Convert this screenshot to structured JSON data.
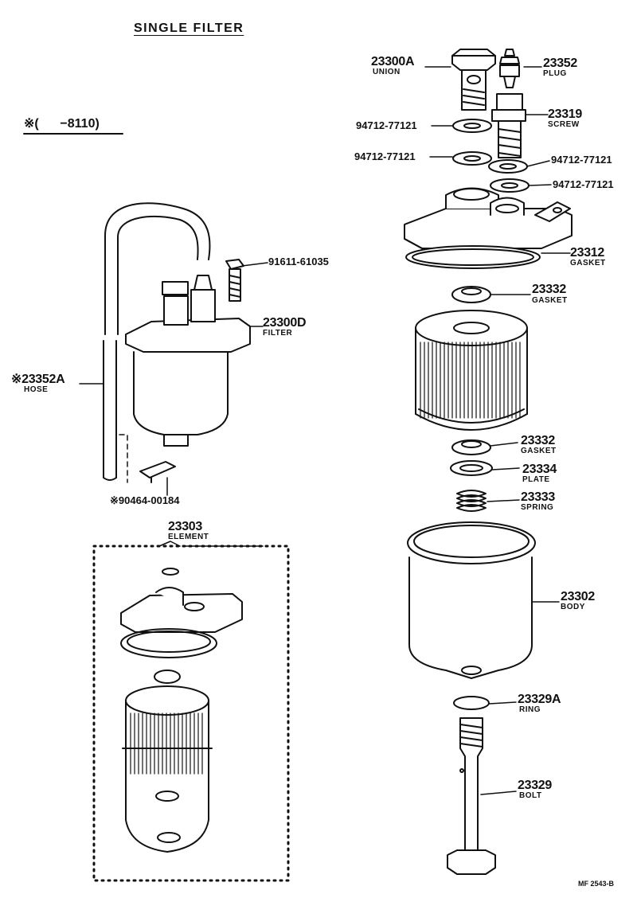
{
  "title": "SINGLE FILTER",
  "applicability_note": "※(      −8110)",
  "diagram_code": "MF  2543-B",
  "parts": {
    "p23300A": {
      "number": "23300A",
      "name": "UNION"
    },
    "p23352": {
      "number": "23352",
      "name": "PLUG"
    },
    "p23319": {
      "number": "23319",
      "name": "SCREW"
    },
    "washer_left_1": {
      "number": "94712-77121"
    },
    "washer_left_2": {
      "number": "94712-77121"
    },
    "washer_right_1": {
      "number": "94712-77121"
    },
    "washer_right_2": {
      "number": "94712-77121"
    },
    "p23312": {
      "number": "23312",
      "name": "GASKET"
    },
    "p23332a": {
      "number": "23332",
      "name": "GASKET"
    },
    "p23332b": {
      "number": "23332",
      "name": "GASKET"
    },
    "p23334": {
      "number": "23334",
      "name": "PLATE"
    },
    "p23333": {
      "number": "23333",
      "name": "SPRING"
    },
    "p23302": {
      "number": "23302",
      "name": "BODY"
    },
    "p23329A": {
      "number": "23329A",
      "name": "RING"
    },
    "p23329": {
      "number": "23329",
      "name": "BOLT"
    },
    "p91611": {
      "number": "91611-61035"
    },
    "p23300D": {
      "number": "23300D",
      "name": "FILTER"
    },
    "p23352A": {
      "number": "※23352A",
      "name": "HOSE"
    },
    "p90464": {
      "number": "※90464-00184"
    },
    "p23303": {
      "number": "23303",
      "name": "ELEMENT"
    }
  }
}
